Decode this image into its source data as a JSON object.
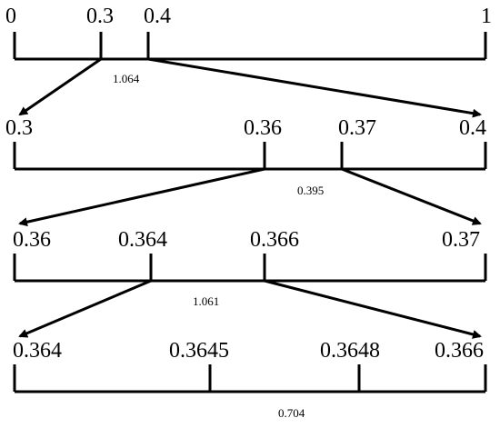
{
  "colors": {
    "ink": "#000000",
    "background": "#ffffff"
  },
  "levels": [
    {
      "labels": [
        "0",
        "0.3",
        "0.4",
        "1"
      ],
      "code": "1.064"
    },
    {
      "labels": [
        "0.3",
        "0.36",
        "0.37",
        "0.4"
      ],
      "code": "0.395"
    },
    {
      "labels": [
        "0.36",
        "0.364",
        "0.366",
        "0.37"
      ],
      "code": "1.061"
    },
    {
      "labels": [
        "0.364",
        "0.3645",
        "0.3648",
        "0.366"
      ],
      "code": "0.704"
    }
  ]
}
